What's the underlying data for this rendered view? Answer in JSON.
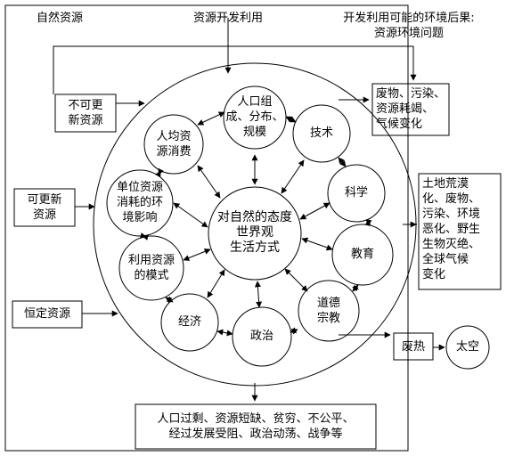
{
  "header": {
    "natural_resources": "自然资源",
    "resource_use": "资源开发利用",
    "consequences": "开发利用可能的环境后果:\n资源环境问题"
  },
  "inputs": {
    "nonrenewable": "不可更\n新资源",
    "renewable": "可更新\n资源",
    "constant": "恒定资源"
  },
  "outputs": {
    "pollution_box": "废物、污染、\n资源耗竭、\n气候变化",
    "land_box": "土地荒漠\n化、废物、\n污染、环境\n恶化、野生\n生物灭绝、\n全球气候\n变化",
    "waste_heat": "废热",
    "space": "太空",
    "bottom_box": "人口过剩、资源短缺、贫穷、不公平、\n经过发展受阻、政治动荡、战争等"
  },
  "nodes": {
    "center": "对自然的态度\n世界观\n生活方式",
    "population": "人口组\n成、分布、\n规模",
    "tech": "技术",
    "science": "科学",
    "education": "教育",
    "religion": "道德\n宗教",
    "politics": "政治",
    "economy": "经济",
    "use_mode": "利用资源\n的模式",
    "unit_impact": "单位资源\n消耗的环\n境影响",
    "per_capita": "人均资\n源消费"
  }
}
